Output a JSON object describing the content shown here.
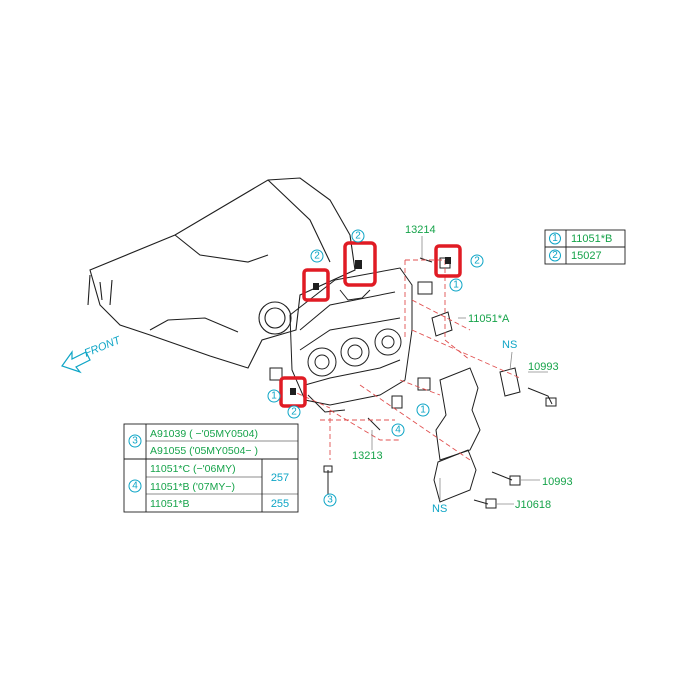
{
  "labels": {
    "p13214": "13214",
    "p11051A": "11051*A",
    "pNS_top": "NS",
    "p10993_top": "10993",
    "p13213": "13213",
    "p10993_bot": "10993",
    "pJ10618": "J10618",
    "pNS_bot": "NS",
    "front": "FRONT"
  },
  "callouts": {
    "c1": "1",
    "c2": "2",
    "c3": "3",
    "c4": "4"
  },
  "legend_top": [
    {
      "key": "1",
      "value": "11051*B"
    },
    {
      "key": "2",
      "value": "15027"
    }
  ],
  "legend_bottom": {
    "row3": {
      "key": "3",
      "lines": [
        "A91039 (  −'05MY0504)",
        "A91055 ('05MY0504−  )"
      ]
    },
    "row4": {
      "key": "4",
      "lines": [
        "11051*C (−'06MY)",
        "11051*B ('07MY−)",
        "11051*B"
      ],
      "values": [
        "257",
        "255"
      ]
    }
  },
  "colors": {
    "line": "#1f1f1f",
    "dash": "#e05050",
    "highlight": "#e01b24",
    "cyan": "#0ea5c6",
    "green": "#16a34a"
  }
}
